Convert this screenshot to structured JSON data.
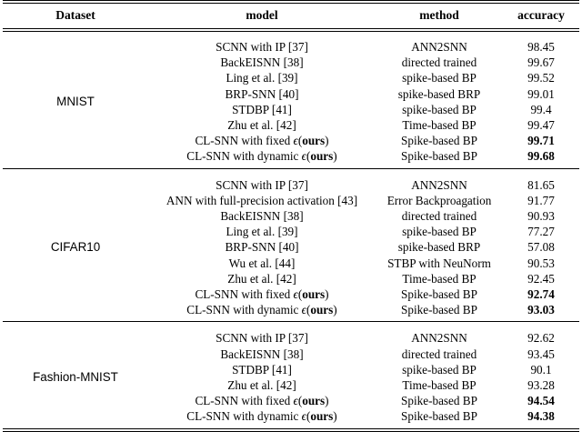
{
  "table": {
    "columns": [
      "Dataset",
      "model",
      "method",
      "accuracy"
    ],
    "groups": [
      {
        "dataset": "MNIST",
        "rows": [
          {
            "model": "SCNN with IP [37]",
            "method": "ANN2SNN",
            "accuracy": "98.45",
            "bold": false
          },
          {
            "model": "BackEISNN [38]",
            "method": "directed trained",
            "accuracy": "99.67",
            "bold": false
          },
          {
            "model": "Ling et al. [39]",
            "method": "spike-based BP",
            "accuracy": "99.52",
            "bold": false
          },
          {
            "model": "BRP-SNN [40]",
            "method": "spike-based BRP",
            "accuracy": "99.01",
            "bold": false
          },
          {
            "model": "STDBP [41]",
            "method": "spike-based BP",
            "accuracy": "99.4",
            "bold": false
          },
          {
            "model": "Zhu et al. [42]",
            "method": "Time-based BP",
            "accuracy": "99.47",
            "bold": false
          },
          {
            "model": "CL-SNN with fixed ϵ(ours)",
            "method": "Spike-based BP",
            "accuracy": "99.71",
            "bold": true
          },
          {
            "model": "CL-SNN with dynamic ϵ(ours)",
            "method": "Spike-based BP",
            "accuracy": "99.68",
            "bold": true
          }
        ]
      },
      {
        "dataset": "CIFAR10",
        "rows": [
          {
            "model": "SCNN with IP [37]",
            "method": "ANN2SNN",
            "accuracy": "81.65",
            "bold": false
          },
          {
            "model": "ANN with full-precision activation [43]",
            "method": "Error Backproagation",
            "accuracy": "91.77",
            "bold": false
          },
          {
            "model": "BackEISNN [38]",
            "method": "directed trained",
            "accuracy": "90.93",
            "bold": false
          },
          {
            "model": "Ling et al. [39]",
            "method": "spike-based BP",
            "accuracy": "77.27",
            "bold": false
          },
          {
            "model": "BRP-SNN [40]",
            "method": "spike-based BRP",
            "accuracy": "57.08",
            "bold": false
          },
          {
            "model": "Wu et al. [44]",
            "method": "STBP with NeuNorm",
            "accuracy": "90.53",
            "bold": false
          },
          {
            "model": "Zhu et al. [42]",
            "method": "Time-based BP",
            "accuracy": "92.45",
            "bold": false
          },
          {
            "model": "CL-SNN with fixed ϵ(ours)",
            "method": "Spike-based BP",
            "accuracy": "92.74",
            "bold": true
          },
          {
            "model": "CL-SNN with dynamic ϵ(ours)",
            "method": "Spike-based BP",
            "accuracy": "93.03",
            "bold": true
          }
        ]
      },
      {
        "dataset": "Fashion-MNIST",
        "rows": [
          {
            "model": "SCNN with IP [37]",
            "method": "ANN2SNN",
            "accuracy": "92.62",
            "bold": false
          },
          {
            "model": "BackEISNN [38]",
            "method": "directed trained",
            "accuracy": "93.45",
            "bold": false
          },
          {
            "model": "STDBP [41]",
            "method": "spike-based BP",
            "accuracy": "90.1",
            "bold": false
          },
          {
            "model": "Zhu et al. [42]",
            "method": "Time-based BP",
            "accuracy": "93.28",
            "bold": false
          },
          {
            "model": "CL-SNN with fixed ϵ(ours)",
            "method": "Spike-based BP",
            "accuracy": "94.54",
            "bold": true
          },
          {
            "model": "CL-SNN with dynamic ϵ(ours)",
            "method": "Spike-based BP",
            "accuracy": "94.38",
            "bold": true
          }
        ]
      }
    ]
  },
  "colors": {
    "rule": "#000000",
    "text": "#000000",
    "background": "#ffffff"
  }
}
